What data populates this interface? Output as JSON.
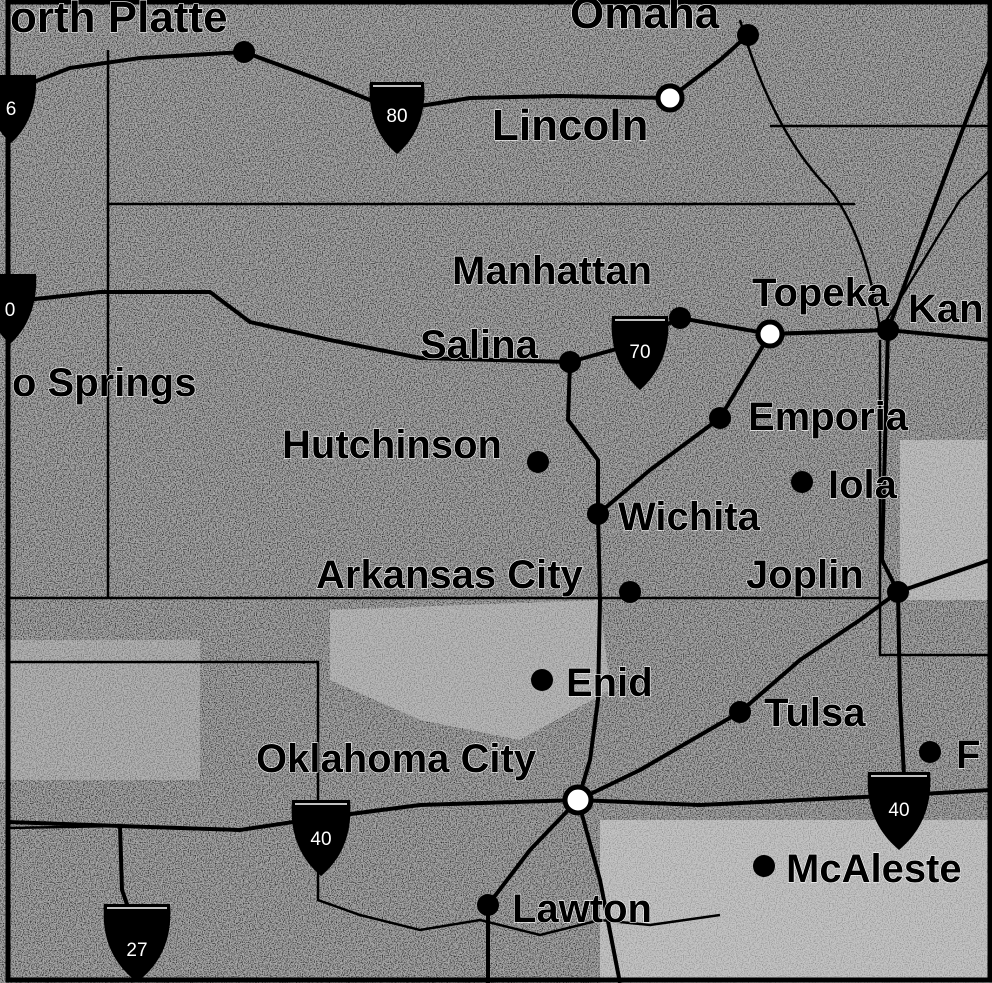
{
  "map": {
    "cities": [
      {
        "id": "north-platte",
        "label": "orth Platte",
        "marker": "dot"
      },
      {
        "id": "omaha",
        "label": "Omaha",
        "marker": "dot"
      },
      {
        "id": "lincoln",
        "label": "Lincoln",
        "marker": "capital"
      },
      {
        "id": "manhattan",
        "label": "Manhattan",
        "marker": "dot"
      },
      {
        "id": "topeka",
        "label": "Topeka",
        "marker": "capital"
      },
      {
        "id": "kansas-city",
        "label": "Kan",
        "marker": "dot"
      },
      {
        "id": "salina",
        "label": "Salina",
        "marker": "dot"
      },
      {
        "id": "colorado-springs",
        "label": "o Springs",
        "marker": "none"
      },
      {
        "id": "emporia",
        "label": "Emporia",
        "marker": "dot"
      },
      {
        "id": "hutchinson",
        "label": "Hutchinson",
        "marker": "dot"
      },
      {
        "id": "iola",
        "label": "Iola",
        "marker": "dot"
      },
      {
        "id": "wichita",
        "label": "Wichita",
        "marker": "dot"
      },
      {
        "id": "arkansas-city",
        "label": "Arkansas City",
        "marker": "dot"
      },
      {
        "id": "joplin",
        "label": "Joplin",
        "marker": "dot"
      },
      {
        "id": "enid",
        "label": "Enid",
        "marker": "dot"
      },
      {
        "id": "tulsa",
        "label": "Tulsa",
        "marker": "dot"
      },
      {
        "id": "oklahoma-city",
        "label": "Oklahoma City",
        "marker": "capital"
      },
      {
        "id": "fort-smith",
        "label": "F",
        "marker": "dot"
      },
      {
        "id": "mcalester",
        "label": "McAleste",
        "marker": "dot"
      },
      {
        "id": "lawton",
        "label": "Lawton",
        "marker": "dot"
      }
    ],
    "interstates": [
      {
        "id": "i76",
        "number": "6"
      },
      {
        "id": "i80",
        "number": "80"
      },
      {
        "id": "i70-west",
        "number": "0"
      },
      {
        "id": "i70",
        "number": "70"
      },
      {
        "id": "i40-west",
        "number": "40"
      },
      {
        "id": "i40-east",
        "number": "40"
      },
      {
        "id": "i27",
        "number": "27"
      }
    ],
    "colors": {
      "land": "#a9a9a9",
      "highway": "#000000",
      "border": "#000000",
      "shield": "#000000",
      "capital_fill": "#ffffff"
    }
  }
}
